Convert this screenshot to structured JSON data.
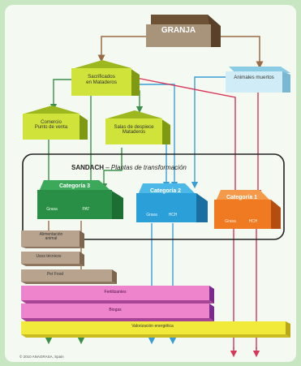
{
  "nodes": {
    "granja": "GRANJA",
    "sacrificados": "Sacrificados\nen Mataderos",
    "animales_muertos": "Animales muertos",
    "comercio": "Comercio\nPunto de venta",
    "salas_despiece": "Salas de despiece\nMataderos",
    "sandach_title": "SANDACH",
    "sandach_subtitle": "– Plantas de transformación",
    "cat3": "Categoría 3",
    "cat2": "Categoría 2",
    "cat1": "Categoría 1",
    "cat3_grasa": "Grasa",
    "cat3_pat": "PAT",
    "cat2_grasa": "Grasa",
    "cat2_hch": "HCH",
    "cat1_grasa": "Grasa",
    "cat1_hch": "HCH",
    "alimentacion": "Alimentación\nanimal",
    "usos_tecnicos": "Usos técnicos",
    "pet_food": "Pet Food",
    "fertilizantes": "Fertilizantes",
    "biogas": "Biogas",
    "valorizacion": "Valorización energética"
  },
  "footer": "© 2010 ANAGRASA, Spain",
  "colors": {
    "background": "#c8e6c2",
    "panel": "#f4faf1",
    "granja": "#8a6a4a",
    "yellow_green": "#c6de2e",
    "light_blue": "#bfe4f2",
    "cat3": "#2f9a48",
    "cat2": "#2a9fd8",
    "cat1": "#f07a22",
    "brown_bars": "#a08a72",
    "pink_bars": "#e86cc0",
    "yellow_bar": "#f2ea3a",
    "arrow_brown": "#9a6b45",
    "arrow_green": "#3a8f4a",
    "arrow_blue": "#3a9ed6",
    "arrow_red": "#d8365a"
  }
}
